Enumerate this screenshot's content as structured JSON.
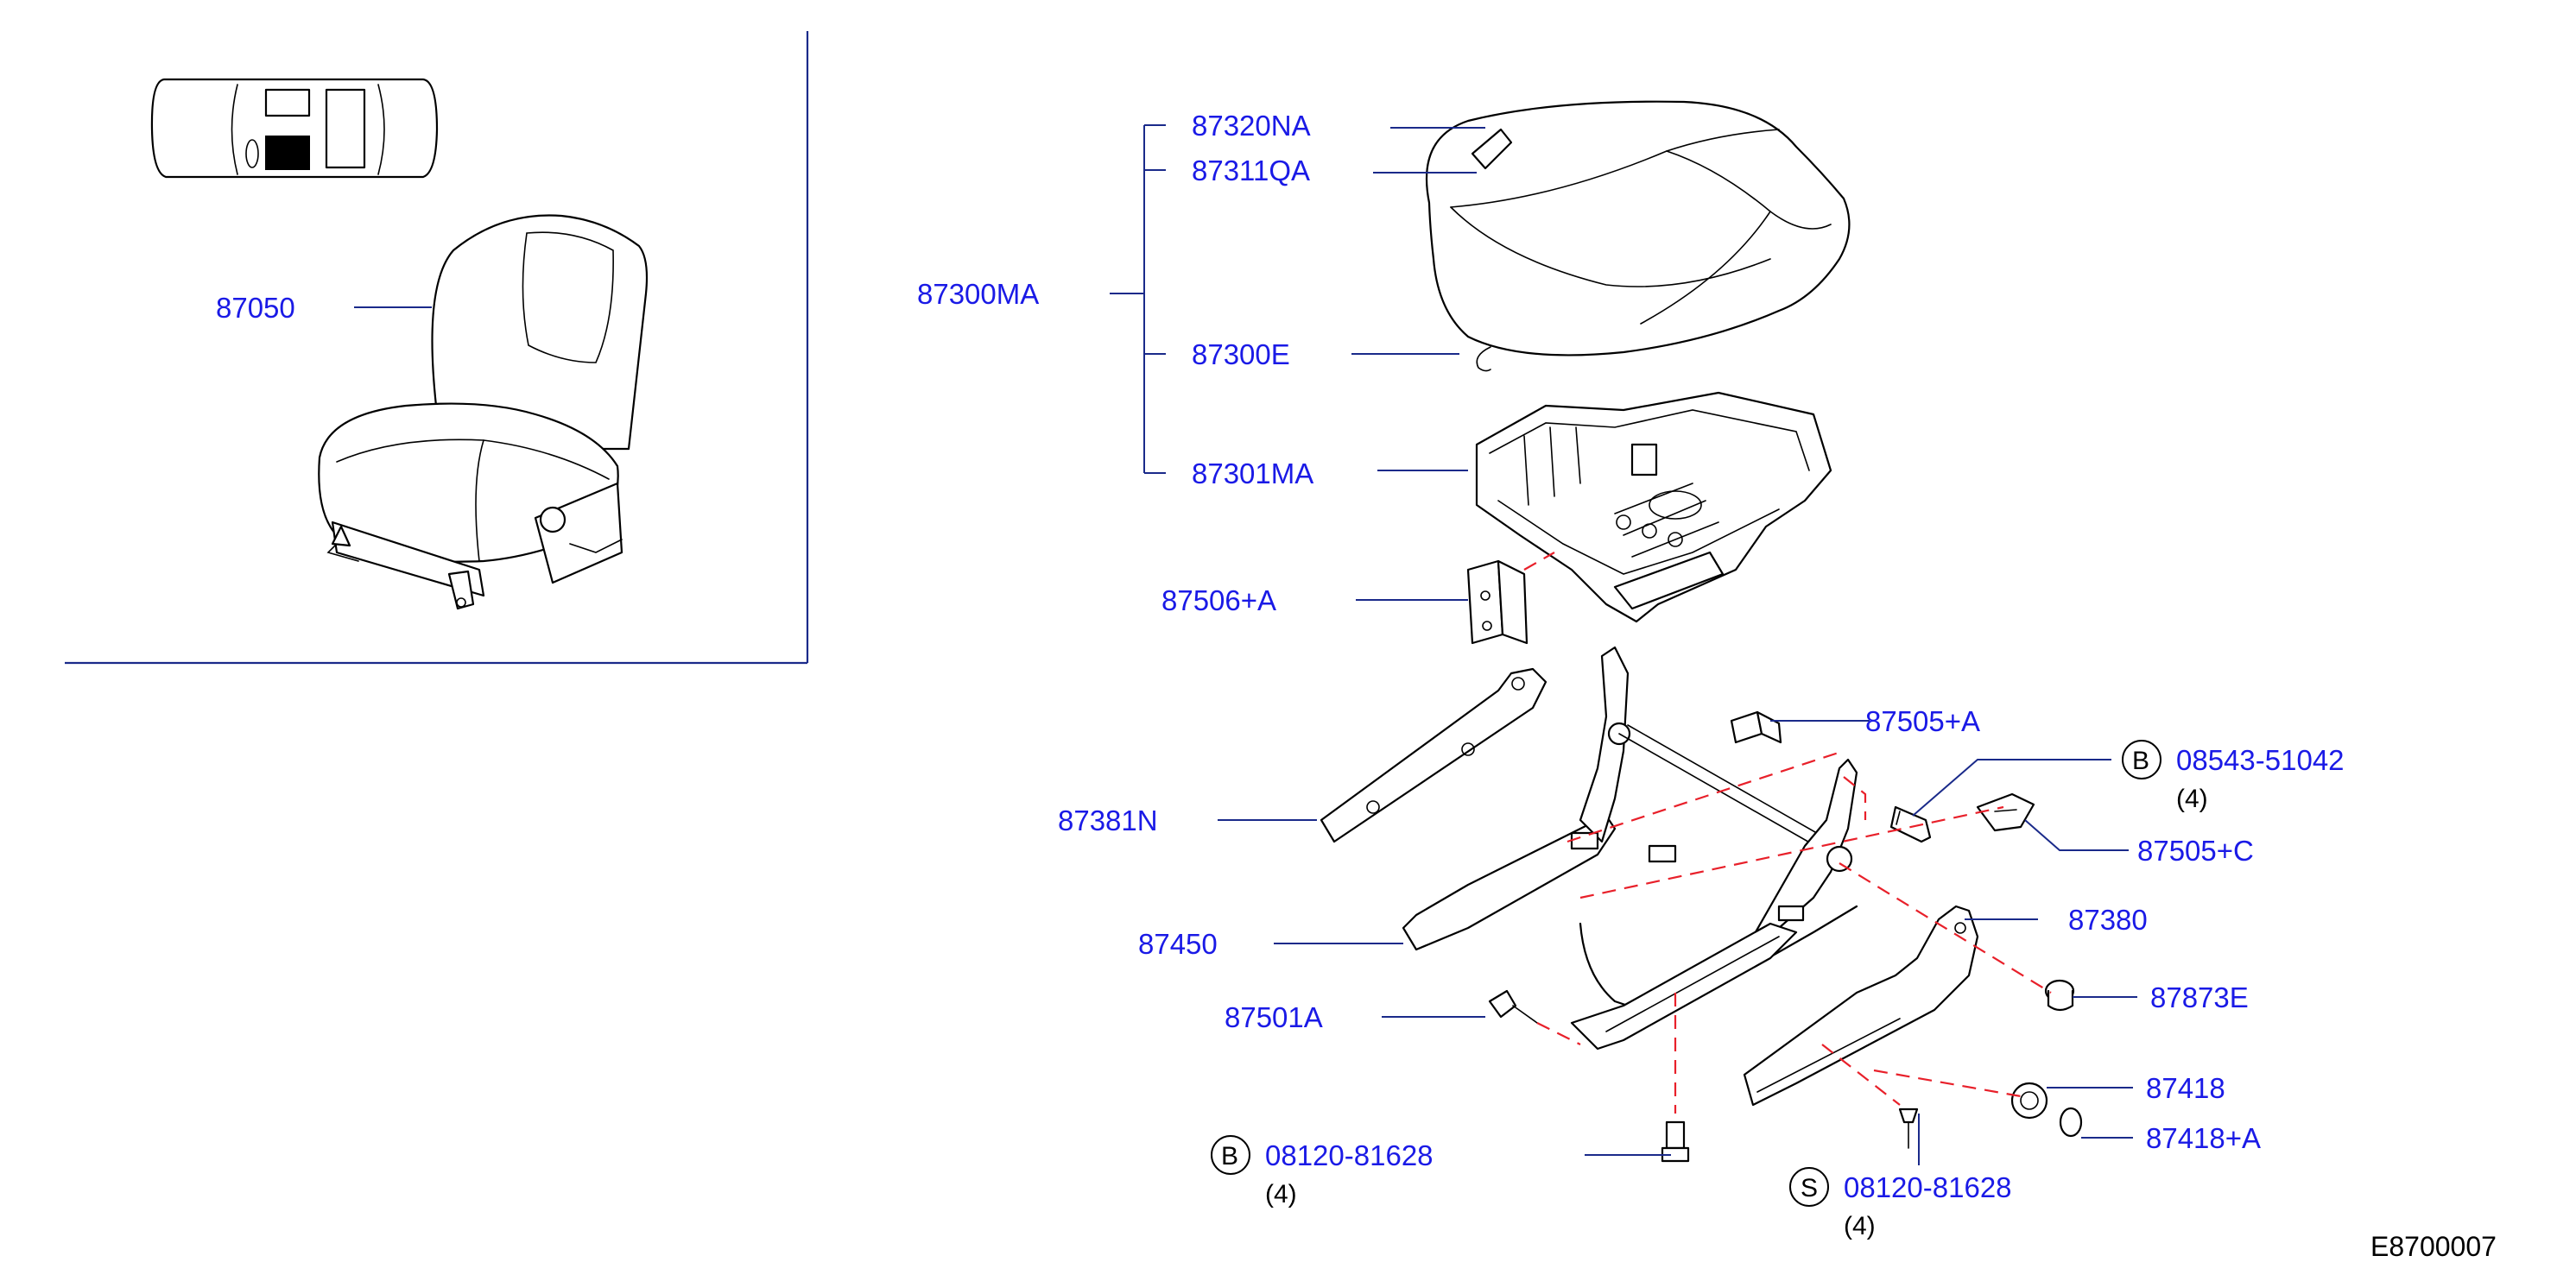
{
  "diagram_code": "E8700007",
  "parts": {
    "p87050": "87050",
    "p87320NA": "87320NA",
    "p87311QA": "87311QA",
    "p87300MA": "87300MA",
    "p87300E": "87300E",
    "p87301MA": "87301MA",
    "p87506A": "87506+A",
    "p87505A": "87505+A",
    "p87381N": "87381N",
    "p87450": "87450",
    "p87501A": "87501A",
    "p87380": "87380",
    "p87873E": "87873E",
    "p87418": "87418",
    "p87418A": "87418+A",
    "p87505C": "87505+C"
  },
  "fasteners": {
    "bolt_top": {
      "prefix": "B",
      "number": "08543-51042",
      "qty": "(4)"
    },
    "bolt_bottom": {
      "prefix": "B",
      "number": "08120-81628",
      "qty": "(4)"
    },
    "screw_bottom": {
      "prefix": "S",
      "number": "08120-81628",
      "qty": "(4)"
    }
  },
  "colors": {
    "label_blue": "#1a1ae6",
    "leader_navy": "#1a2a8a",
    "dashed_red": "#e8202a"
  }
}
